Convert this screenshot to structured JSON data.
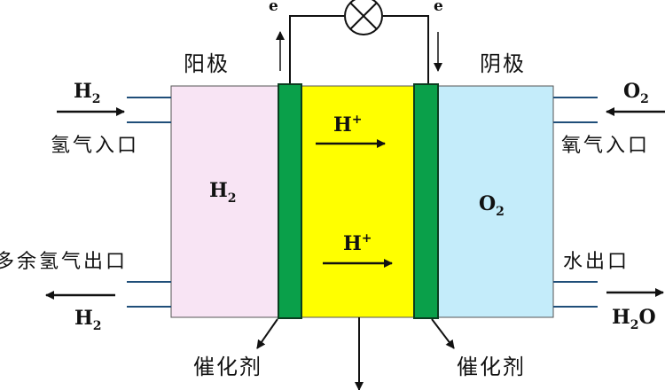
{
  "colors": {
    "anode_chamber": "#f8e4f4",
    "electrolyte": "#ffff00",
    "catalyst_layer": "#0aa04a",
    "cathode_chamber": "#c4ecfa",
    "pipe": "#1f4e79",
    "ink": "#111111"
  },
  "icons": {
    "lamp": "lamp-icon"
  },
  "wire": {
    "left_electron": "e",
    "right_electron": "e"
  },
  "anode": {
    "label": "阳极",
    "gas": "H",
    "gas_sub": "2"
  },
  "cathode": {
    "label": "阴极",
    "gas": "O",
    "gas_sub": "2"
  },
  "left_inlet": {
    "flow": "H",
    "flow_sub": "2",
    "label": "氢气入口"
  },
  "left_outlet": {
    "label": "多余氢气出口",
    "flow": "H",
    "flow_sub": "2"
  },
  "right_inlet": {
    "flow": "O",
    "flow_sub": "2",
    "label": "氧气入口"
  },
  "right_outlet": {
    "label": "水出口",
    "flow": "H",
    "flow_sub": "2",
    "flow_tail": "O"
  },
  "proton_top": {
    "base": "H",
    "sup": "+"
  },
  "proton_bottom": {
    "base": "H",
    "sup": "+"
  },
  "catalyst_left": "催化剂",
  "catalyst_right": "催化剂"
}
